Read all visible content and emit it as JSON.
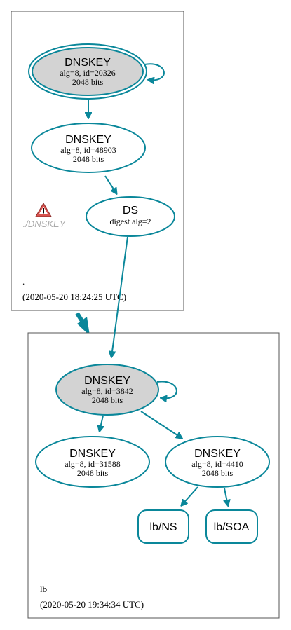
{
  "colors": {
    "edge": "#0a879a",
    "ksk_fill": "#d3d3d3",
    "warning": "#d9534f"
  },
  "root_zone": {
    "name": ".",
    "timestamp": "(2020-05-20 18:24:25 UTC)",
    "warning_label": "./DNSKEY",
    "ksk": {
      "type": "DNSKEY",
      "alg_id": "alg=8, id=20326",
      "bits": "2048 bits"
    },
    "zsk": {
      "type": "DNSKEY",
      "alg_id": "alg=8, id=48903",
      "bits": "2048 bits"
    },
    "ds": {
      "type": "DS",
      "detail": "digest alg=2"
    }
  },
  "lb_zone": {
    "name": "lb",
    "timestamp": "(2020-05-20 19:34:34 UTC)",
    "ksk": {
      "type": "DNSKEY",
      "alg_id": "alg=8, id=3842",
      "bits": "2048 bits"
    },
    "zsk1": {
      "type": "DNSKEY",
      "alg_id": "alg=8, id=31588",
      "bits": "2048 bits"
    },
    "zsk2": {
      "type": "DNSKEY",
      "alg_id": "alg=8, id=4410",
      "bits": "2048 bits"
    },
    "rrsets": {
      "ns": "lb/NS",
      "soa": "lb/SOA"
    }
  }
}
